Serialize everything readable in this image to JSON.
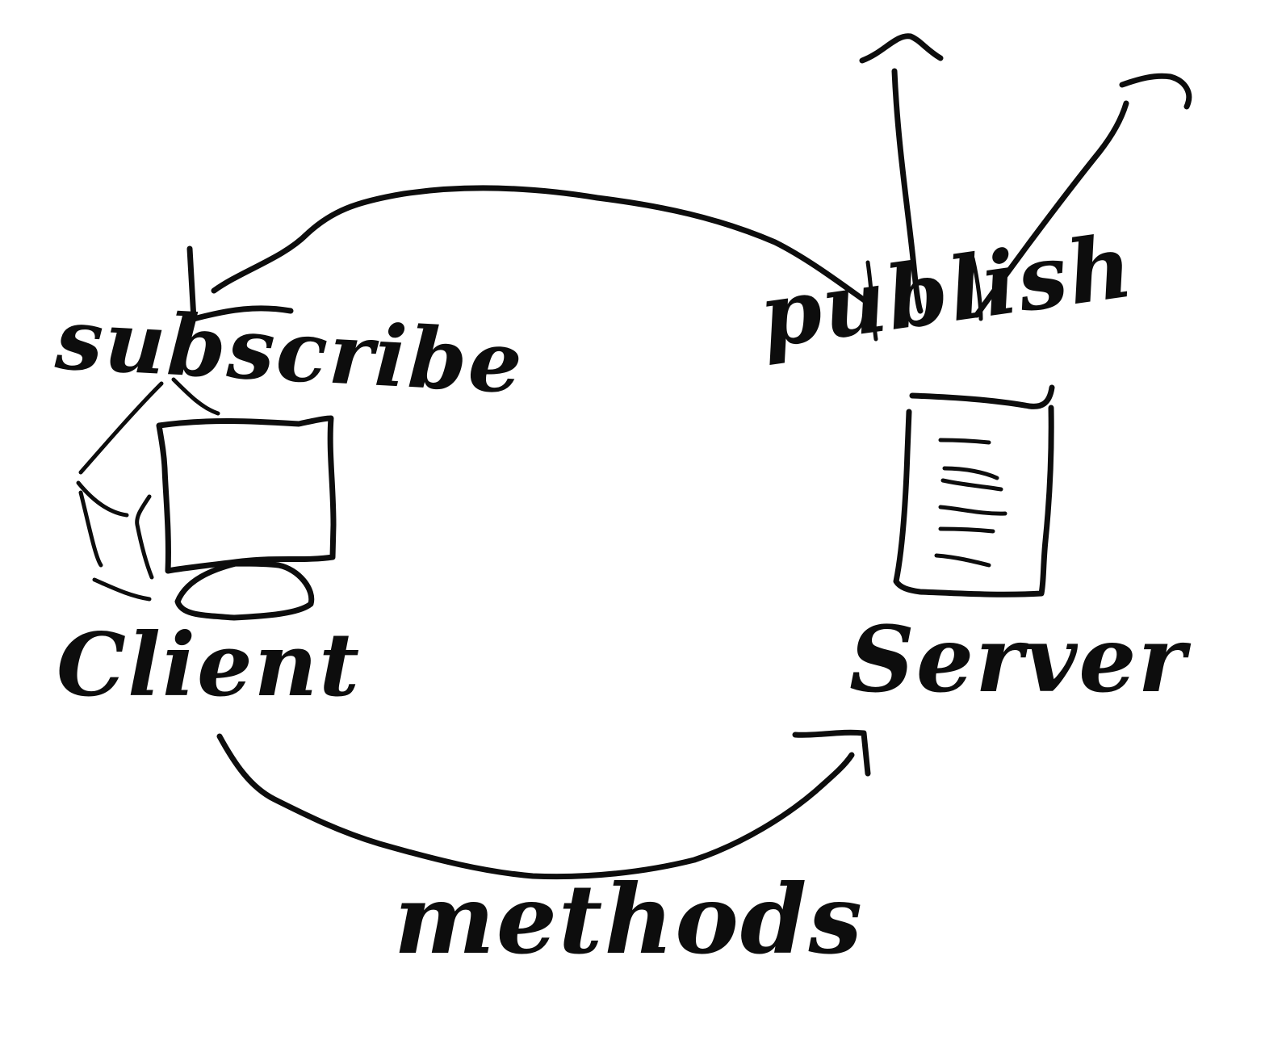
{
  "diagram": {
    "nodes": {
      "client": {
        "label": "Client",
        "icon": "desktop-computer-icon"
      },
      "server": {
        "label": "Server",
        "icon": "server-tower-icon"
      }
    },
    "edges": {
      "subscribe": {
        "label": "subscribe",
        "from": "server",
        "to": "client"
      },
      "publish": {
        "label": "publish",
        "from": "server",
        "to": "outside"
      },
      "methods": {
        "label": "methods",
        "from": "client",
        "to": "server"
      }
    },
    "colors": {
      "ink": "#0d0d0d",
      "background": "#ffffff"
    }
  }
}
